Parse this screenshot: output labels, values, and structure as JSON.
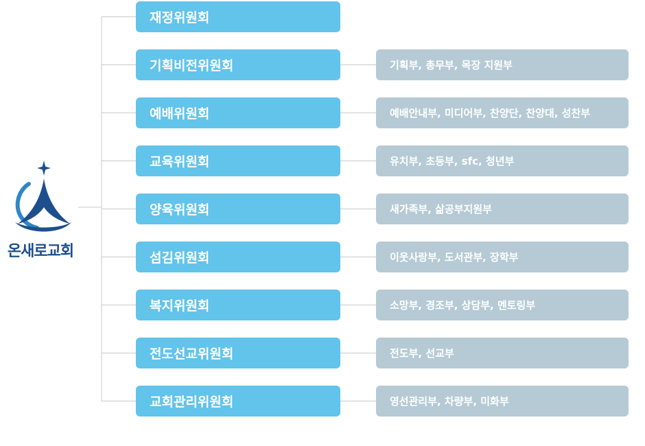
{
  "church": {
    "name": "온새로교회"
  },
  "colors": {
    "committee_box": "#62c3eb",
    "department_box": "#b5cad4",
    "connector_line": "#c9c9c9",
    "logo_blue": "#1d4f8c",
    "logo_light_blue": "#2f86c8"
  },
  "icons": {
    "logo": "church-logo-icon"
  },
  "committees": [
    {
      "name": "재정위원회",
      "departments": ""
    },
    {
      "name": "기획비전위원회",
      "departments": "기획부, 총무부, 목장 지원부"
    },
    {
      "name": "예배위원회",
      "departments": "예배안내부, 미디어부, 찬양단, 찬양대, 성찬부"
    },
    {
      "name": "교육위원회",
      "departments": "유치부, 초등부, sfc, 청년부"
    },
    {
      "name": "양육위원회",
      "departments": "새가족부, 삶공부지원부"
    },
    {
      "name": "섬김위원회",
      "departments": "이웃사랑부, 도서관부, 장학부"
    },
    {
      "name": "복지위원회",
      "departments": "소망부, 경조부, 상담부, 멘토링부"
    },
    {
      "name": "전도선교위원회",
      "departments": "전도부, 선교부"
    },
    {
      "name": "교회관리위원회",
      "departments": "영선관리부, 차량부, 미화부"
    }
  ]
}
